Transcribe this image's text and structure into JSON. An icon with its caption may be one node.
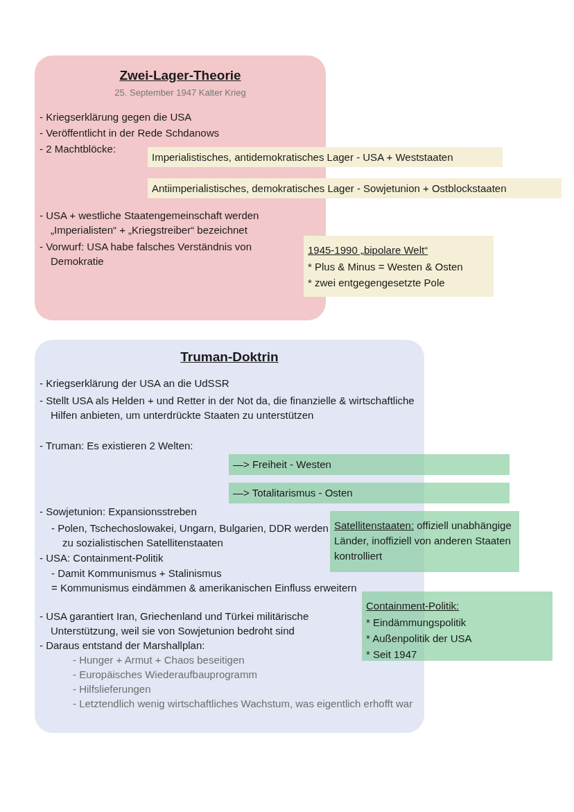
{
  "diagram": {
    "nodes": [
      {
        "text": [
          "Zwei-Lager-Theorie",
          "25. September 1947 Kalter Krieg",
          "- Kriegserklärung gegen die USA",
          "- Veröffentlicht in der Rede Schdanows",
          "- 2 Machtblöcke:",
          "- USA + westliche Staatengemeinschaft werden „Imperialisten“ + „Kriegstreiber“ bezeichnet",
          "- Vorwurf: USA habe falsches Verständnis von Demokratie"
        ]
      },
      {
        "text": [
          "Imperialistisches, antidemokratisches Lager - USA + Weststaaten"
        ]
      },
      {
        "text": [
          "Antiimperialistisches, demokratisches Lager - Sowjetunion + Ostblockstaaten"
        ]
      },
      {
        "text": [
          "1945-1990 „bipolare Welt“",
          "* Plus & Minus = Westen & Osten",
          "* zwei entgegengesetzte Pole"
        ]
      },
      {
        "text": [
          "Truman-Doktrin",
          "- Kriegserklärung der USA an die UdSSR",
          "- Stellt USA als Helden + und Retter in der Not da, die finanzielle & wirtschaftliche Hilfen anbieten, um unterdrückte Staaten zu unterstützen",
          "- Truman: Es existieren 2 Welten:",
          "- Sowjetunion: Expansionsstreben",
          "- Polen, Tschechoslowakei, Ungarn, Bulgarien, DDR werden zu sozialistischen Satellitenstaaten",
          "- USA: Containment-Politik",
          "- Damit Kommunismus + Stalinismus",
          "= Kommunismus eindämmen & amerikanischen Einfluss erweitern",
          "- USA garantiert Iran, Griechenland und Türkei militärische Unterstützung, weil sie von Sowjetunion bedroht sind",
          "- Daraus entstand der Marshallplan:",
          "- Hunger + Armut + Chaos beseitigen",
          "- Europäisches Wiederaufbauprogramm",
          "- Hilfslieferungen",
          "- Letztendlich wenig wirtschaftliches Wachstum, was eigentlich erhofft war"
        ]
      },
      {
        "text": [
          "—> Freiheit - Westen"
        ]
      },
      {
        "text": [
          "—> Totalitarismus - Osten"
        ]
      },
      {
        "text": [
          "Satellitenstaaten:",
          "offiziell unabhängige Länder, inoffiziell von anderen Staaten kontrolliert"
        ]
      },
      {
        "text": [
          "Containment-Politik:",
          "* Eindämmungspolitik",
          "* Außenpolitik der USA",
          "* Seit 1947"
        ]
      }
    ]
  }
}
